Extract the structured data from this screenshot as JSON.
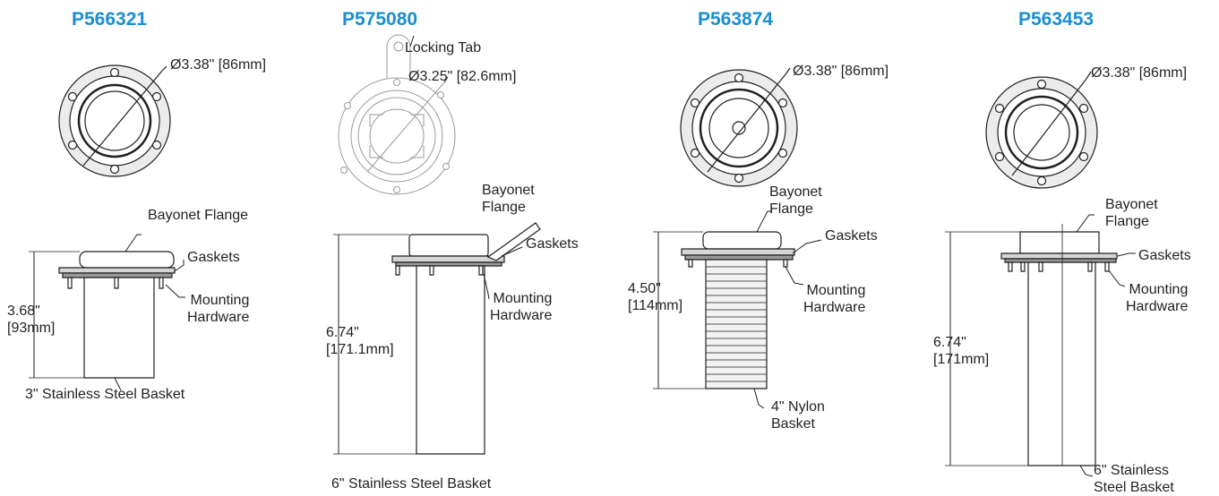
{
  "diagrams": [
    {
      "part_number": "P566321",
      "diameter": "Ø3.38\" [86mm]",
      "flange_label": "Bayonet Flange",
      "gasket_label": "Gaskets",
      "hardware_label": "Mounting\nHardware",
      "height_label": "3.68\"\n[93mm]",
      "basket_label": "3\" Stainless Steel Basket"
    },
    {
      "part_number": "P575080",
      "tab_label": "Locking Tab",
      "diameter": "Ø3.25\" [82.6mm]",
      "flange_label": "Bayonet\nFlange",
      "gasket_label": "Gaskets",
      "hardware_label": "Mounting\nHardware",
      "height_label": "6.74\"\n[171.1mm]",
      "basket_label": "6\" Stainless Steel Basket"
    },
    {
      "part_number": "P563874",
      "diameter": "Ø3.38\" [86mm]",
      "flange_label": "Bayonet\nFlange",
      "gasket_label": "Gaskets",
      "hardware_label": "Mounting\nHardware",
      "height_label": "4.50\"\n[114mm]",
      "basket_label": "4\" Nylon\nBasket"
    },
    {
      "part_number": "P563453",
      "diameter": "Ø3.38\" [86mm]",
      "flange_label": "Bayonet\nFlange",
      "gasket_label": "Gaskets",
      "hardware_label": "Mounting\nHardware",
      "height_label": "6.74\"\n[171mm]",
      "basket_label": "6\" Stainless\nSteel Basket"
    }
  ],
  "colors": {
    "part_number": "#1a8fd0",
    "line": "#231f20"
  }
}
